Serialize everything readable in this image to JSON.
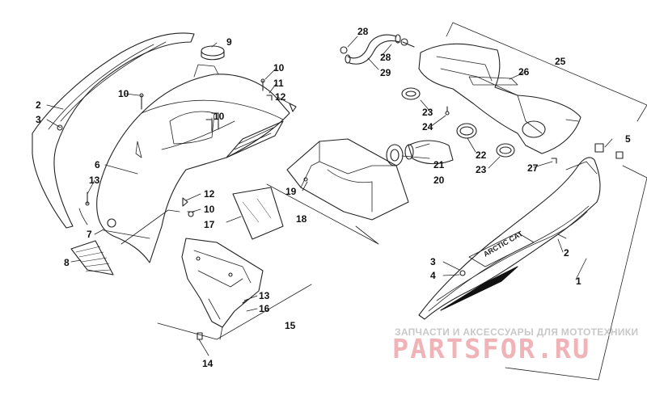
{
  "callouts": {
    "c1": "1",
    "c2a": "2",
    "c2b": "2",
    "c3a": "3",
    "c3b": "3",
    "c4": "4",
    "c5": "5",
    "c6": "6",
    "c7": "7",
    "c8": "8",
    "c9": "9",
    "c10a": "10",
    "c10b": "10",
    "c10c": "10",
    "c10d": "10",
    "c11": "11",
    "c12a": "12",
    "c12b": "12",
    "c13a": "13",
    "c13b": "13",
    "c14": "14",
    "c15": "15",
    "c16": "16",
    "c17": "17",
    "c18": "18",
    "c19": "19",
    "c20": "20",
    "c21": "21",
    "c22": "22",
    "c23a": "23",
    "c23b": "23",
    "c24": "24",
    "c25": "25",
    "c26": "26",
    "c27": "27",
    "c28a": "28",
    "c28b": "28",
    "c29": "29"
  },
  "side_panel_decal": "ARCTIC CAT",
  "watermark": {
    "tagline": "ЗАПЧАСТИ И АКСЕССУАРЫ ДЛЯ МОТОТЕХНИКИ",
    "logo": "PARTSFOR.RU"
  },
  "colors": {
    "line": "#222222",
    "watermark_logo": "#efb3b8",
    "watermark_text": "#c8c8c8"
  }
}
